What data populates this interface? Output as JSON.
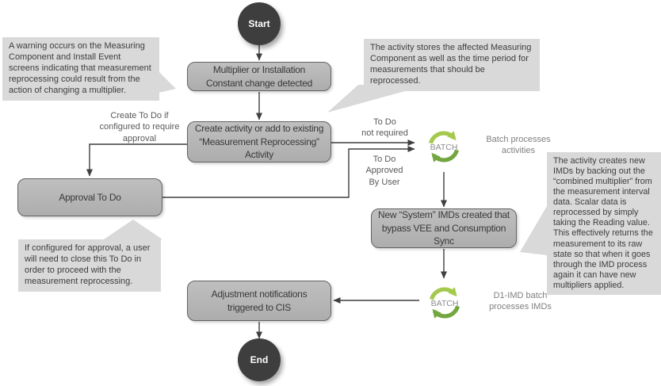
{
  "nodes": {
    "start": {
      "label": "Start"
    },
    "change_detected": {
      "label": "Multiplier or Installation Constant change detected",
      "lines": [
        "Multiplier or Installation",
        "Constant change detected"
      ]
    },
    "create_activity": {
      "label": "Create activity or add to existing “Measurement Reprocessing” Activity",
      "lines": [
        "Create activity or add to existing",
        "“Measurement Reprocessing”",
        "Activity"
      ]
    },
    "approval_todo": {
      "label": "Approval To Do",
      "lines": [
        "Approval To Do"
      ]
    },
    "new_system_imds": {
      "label": "New “System” IMDs created that bypass VEE and Consumption Sync",
      "lines": [
        "New “System” IMDs created that",
        "bypass VEE and Consumption",
        "Sync"
      ]
    },
    "adjustment_notifications": {
      "label": "Adjustment notifications triggered to CIS",
      "lines": [
        "Adjustment notifications",
        "triggered to CIS"
      ]
    },
    "end": {
      "label": "End"
    }
  },
  "batch": {
    "batch1": {
      "icon_label": "BATCH",
      "caption_lines": [
        "Batch processes",
        "activities"
      ]
    },
    "batch2": {
      "icon_label": "BATCH",
      "caption_lines": [
        "D1-IMD batch",
        "processes IMDs"
      ]
    }
  },
  "edge_labels": {
    "create_todo": {
      "text": "Create To Do if configured to require approval",
      "lines": [
        "Create To Do if",
        "configured to require",
        "approval"
      ]
    },
    "todo_not_required": {
      "text": "To Do not required",
      "lines": [
        "To Do",
        "not required"
      ]
    },
    "todo_approved": {
      "text": "To Do Approved By User",
      "lines": [
        "To Do",
        "Approved",
        "By User"
      ]
    }
  },
  "callouts": {
    "warning": "A warning occurs on the Measuring Component and Install Event screens indicating that measurement reprocessing could result from the action of changing a multiplier.",
    "activity_stores": "The activity stores the affected Measuring Component as well as the time period for measurements that should be reprocessed.",
    "imd_backout": "The activity creates new IMDs by backing out the “combined multiplier” from the measurement interval data.  Scalar data is reprocessed by simply taking the Reading value. This effectively returns the measurement to its raw state so that when it goes through the IMD process again it can have new multipliers applied.",
    "approval_note": "If configured for approval, a user will need to close this To Do in order to proceed with the measurement reprocessing."
  },
  "colors": {
    "node_fill": "#b5b5b5",
    "node_border": "#636363",
    "terminal_fill": "#3e3e3e",
    "callout_fill": "#d9d9d9",
    "arrow": "#3f3f3f",
    "batch_green_light": "#a4c94c",
    "batch_green_dark": "#72a63e",
    "label_text": "#595959"
  }
}
